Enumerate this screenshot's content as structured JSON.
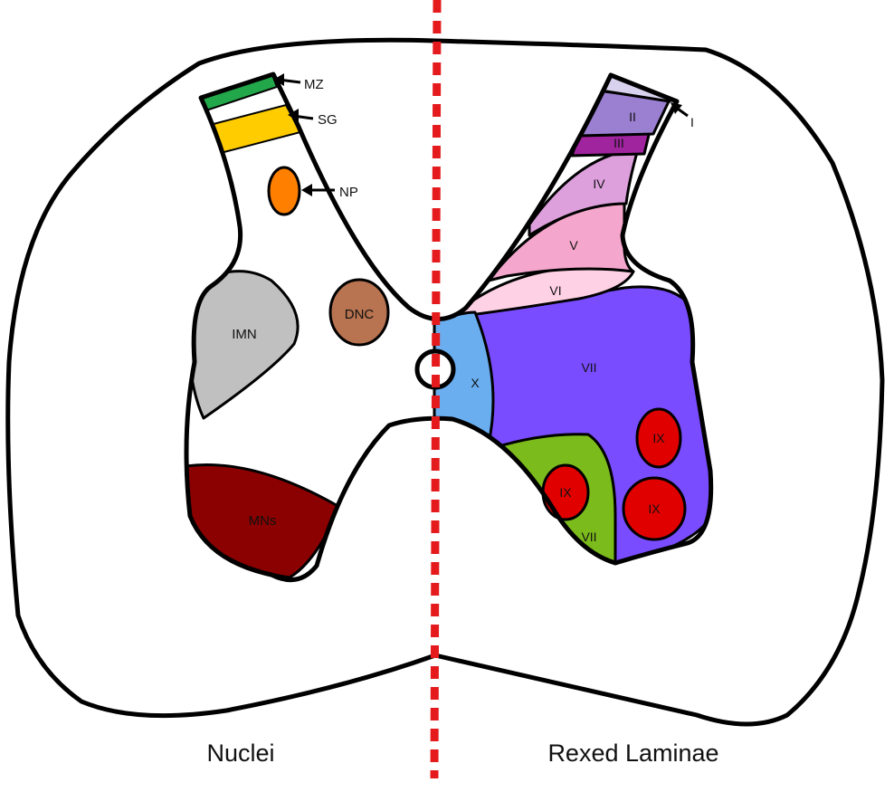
{
  "colors": {
    "outline": "#000000",
    "midline": "#e41a1c",
    "mz": "#22a84a",
    "sg": "#ffcc00",
    "np": "#ff7f00",
    "dnc": "#b87350",
    "imn": "#c0c0c0",
    "mns": "#8b0000",
    "lamina_i": "#d9d2ee",
    "lamina_ii": "#9b7fd1",
    "lamina_iii": "#a0249e",
    "lamina_iv": "#dda0dd",
    "lamina_v": "#f4a6cc",
    "lamina_vi": "#ffd1e4",
    "lamina_vii": "#7a4cff",
    "lamina_vii_ventral": "#7cbb1c",
    "lamina_ix": "#e00000",
    "lamina_x": "#6aaef0"
  },
  "left_labels": {
    "mz": "MZ",
    "sg": "SG",
    "np": "NP",
    "dnc": "DNC",
    "imn": "IMN",
    "mns": "MNs"
  },
  "right_labels": {
    "i": "I",
    "ii": "II",
    "iii": "III",
    "iv": "IV",
    "v": "V",
    "vi": "VI",
    "vii": "VII",
    "vii_ventral": "VII",
    "x": "X",
    "ix_1": "IX",
    "ix_2": "IX",
    "ix_3": "IX"
  },
  "captions": {
    "left": "Nuclei",
    "right": "Rexed Laminae"
  }
}
